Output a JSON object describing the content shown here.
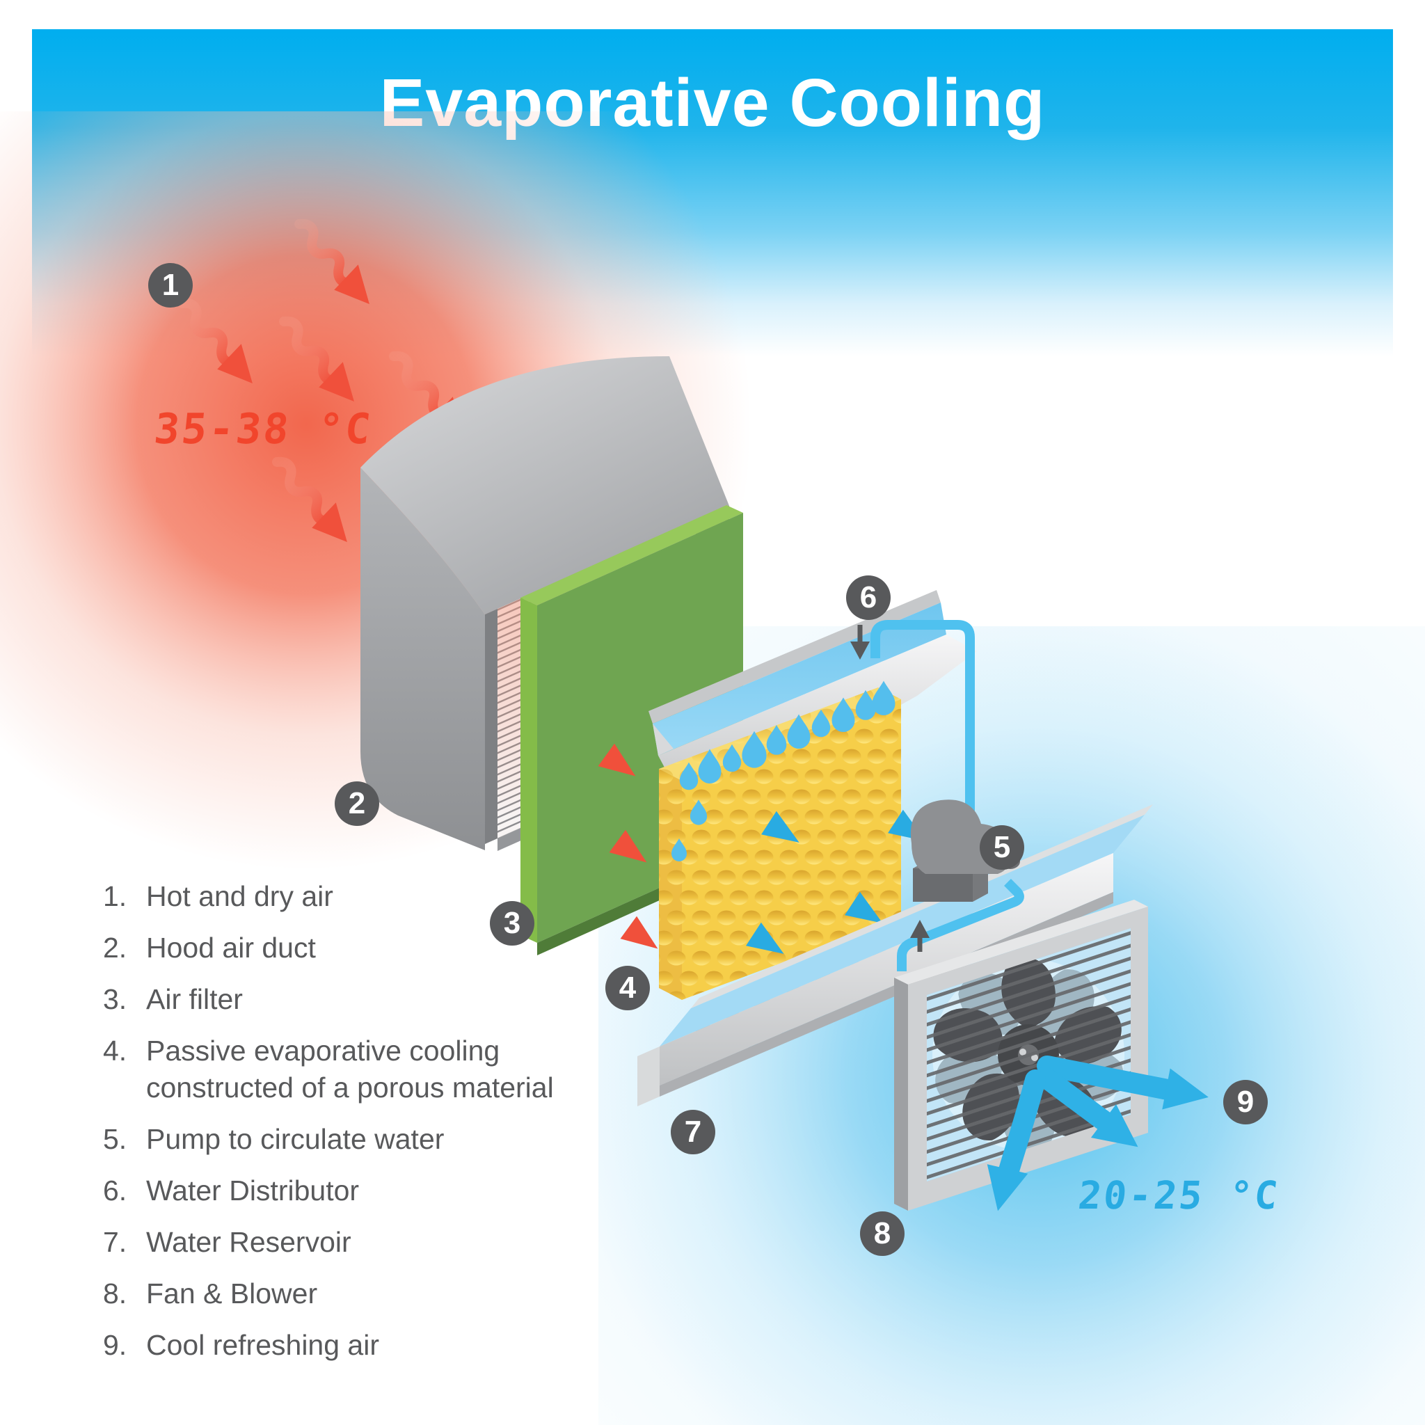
{
  "title": "Evaporative Cooling",
  "temperatures": {
    "hot": "35-38 °C",
    "cold": "20-25 °C"
  },
  "badges": [
    "1",
    "2",
    "3",
    "4",
    "5",
    "6",
    "7",
    "8",
    "9"
  ],
  "legend": {
    "items": [
      {
        "num": "1.",
        "label": "Hot and dry air"
      },
      {
        "num": "2.",
        "label": "Hood air duct"
      },
      {
        "num": "3.",
        "label": "Air filter"
      },
      {
        "num": "4.",
        "label": "Passive evaporative cooling constructed of a porous material"
      },
      {
        "num": "5.",
        "label": "Pump to circulate water"
      },
      {
        "num": "6.",
        "label": "Water Distributor"
      },
      {
        "num": "7.",
        "label": "Water Reservoir"
      },
      {
        "num": "8.",
        "label": "Fan & Blower"
      },
      {
        "num": "9.",
        "label": "Cool refreshing air"
      }
    ]
  },
  "colors": {
    "header_blue": "#00AEEF",
    "badge_gray": "#58595B",
    "hot_red": "#F0503B",
    "digital_red": "#F1452C",
    "cool_blue": "#29ABE2",
    "pipe_water_blue": "#4FC1EF",
    "filter_green": "#6FA551",
    "pad_yellow": "#F6CE49",
    "metal_gray": "#CFD1D3"
  }
}
